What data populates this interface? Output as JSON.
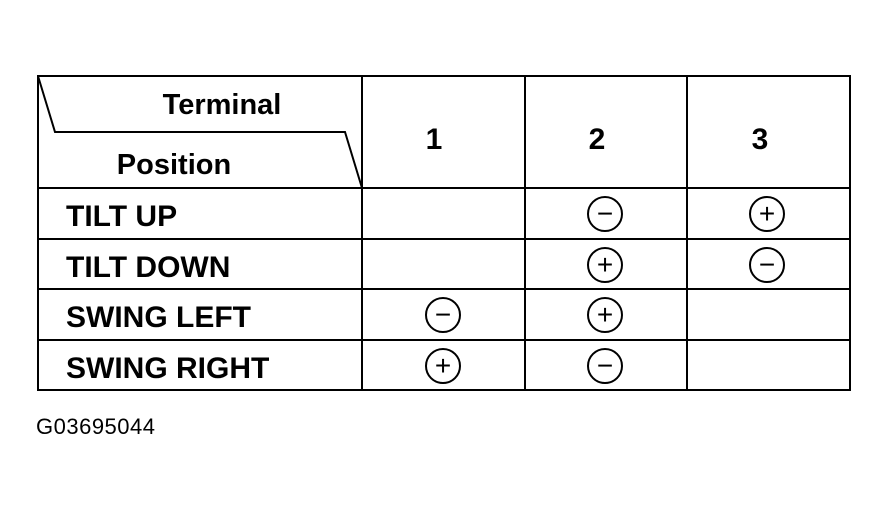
{
  "table": {
    "corner_top": "Terminal",
    "corner_bottom": "Position",
    "columns": [
      "1",
      "2",
      "3"
    ],
    "rows": [
      {
        "label": "TILT UP",
        "cells": [
          "",
          "−",
          "+"
        ]
      },
      {
        "label": "TILT DOWN",
        "cells": [
          "",
          "+",
          "−"
        ]
      },
      {
        "label": "SWING LEFT",
        "cells": [
          "−",
          "+",
          ""
        ]
      },
      {
        "label": "SWING RIGHT",
        "cells": [
          "+",
          "−",
          ""
        ]
      }
    ]
  },
  "caption": "G03695044"
}
